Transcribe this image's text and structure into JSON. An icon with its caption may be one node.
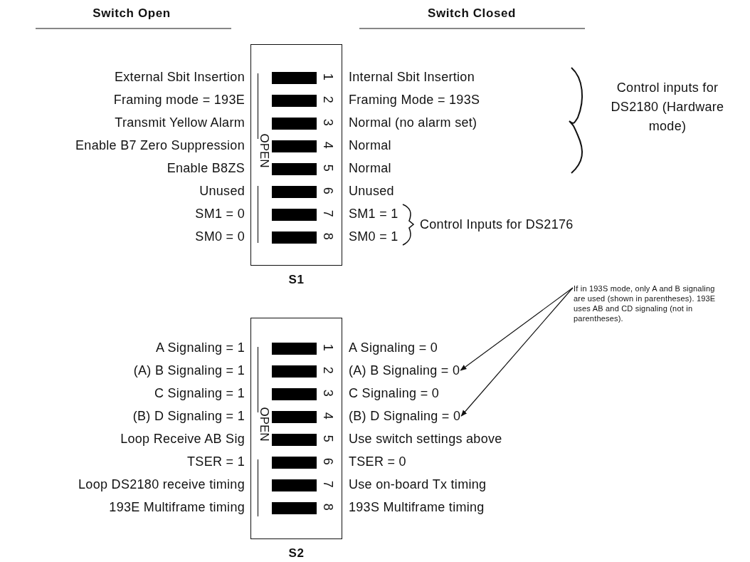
{
  "diagram": {
    "nodes": [
      {
        "text": [
          "OPEN"
        ],
        "beside": [
          "S1"
        ]
      },
      {
        "text": [
          "OPEN"
        ],
        "beside": [
          "S2"
        ]
      },
      {
        "text": [
          "If in 193S mode, only A and B signaling are used (shown in parentheses). 193E uses AB and CD signaling (not in parentheses)."
        ]
      },
      {
        "text": [
          "(A) B Signaling = 0"
        ]
      },
      {
        "text": [
          "(B) D Signaling = 0"
        ]
      }
    ],
    "edges": [
      {
        "from": 2,
        "to": 3,
        "arrow": "to"
      },
      {
        "from": 2,
        "to": 4,
        "arrow": "to"
      }
    ],
    "labels": [
      "Switch Open",
      "Switch Closed",
      "External Sbit Insertion",
      "1",
      "Internal Sbit Insertion",
      "Framing mode = 193E",
      "2",
      "Framing Mode = 193S",
      "Transmit Yellow Alarm",
      "3",
      "Normal (no alarm set)",
      "Enable B7 Zero Suppression",
      "4",
      "Normal",
      "Enable B8ZS",
      "5",
      "Normal",
      "Unused",
      "6",
      "Unused",
      "SM1 = 0",
      "7",
      "SM1 = 1",
      "SM0 = 0",
      "8",
      "SM0 = 1",
      "Control inputs for DS2180 (Hardware mode)",
      "Control Inputs for DS2176",
      "A Signaling = 1",
      "1",
      "A Signaling = 0",
      "(A) B Signaling = 1",
      "2",
      "C Signaling = 1",
      "3",
      "C Signaling = 0",
      "(B) D Signaling = 1",
      "4",
      "Loop Receive AB Sig",
      "5",
      "Use switch settings above",
      "TSER = 1",
      "6",
      "TSER = 0",
      "Loop DS2180 receive timing",
      "7",
      "Use on-board Tx timing",
      "193E Multiframe timing",
      "8",
      "193S Multiframe timing"
    ]
  }
}
